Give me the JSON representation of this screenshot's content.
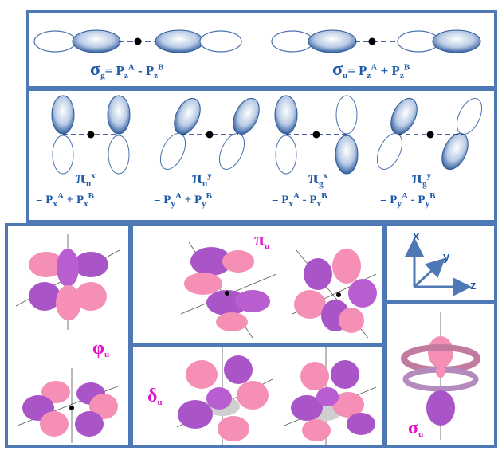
{
  "sigma_panel": {
    "sigma_g": {
      "symbol": "σ",
      "sub": "g",
      "eq": "= P",
      "t1_sub": "z",
      "t1_sup": "A",
      "op": " - P",
      "t2_sub": "z",
      "t2_sup": "B"
    },
    "sigma_u": {
      "symbol": "σ",
      "sub": "u",
      "eq": "= P",
      "t1_sub": "z",
      "t1_sup": "A",
      "op": " + P",
      "t2_sub": "z",
      "t2_sup": "B"
    }
  },
  "pi_panel": {
    "items": [
      {
        "symbol": "π",
        "sub": "u",
        "sup": "x",
        "eq": "= P",
        "t1_sub": "x",
        "t1_sup": "A",
        "op": " + P",
        "t2_sub": "x",
        "t2_sup": "B"
      },
      {
        "symbol": "π",
        "sub": "u",
        "sup": "y",
        "eq": "= P",
        "t1_sub": "y",
        "t1_sup": "A",
        "op": " + P",
        "t2_sub": "y",
        "t2_sup": "B"
      },
      {
        "symbol": "π",
        "sub": "g",
        "sup": "x",
        "eq": "= P",
        "t1_sub": "x",
        "t1_sup": "A",
        "op": " - P",
        "t2_sub": "x",
        "t2_sup": "B"
      },
      {
        "symbol": "π",
        "sub": "g",
        "sup": "y",
        "eq": "= P",
        "t1_sub": "y",
        "t1_sup": "A",
        "op": " - P",
        "t2_sub": "y",
        "t2_sup": "B"
      }
    ]
  },
  "labels_3d": {
    "phi_u": {
      "symbol": "φ",
      "sub": "u"
    },
    "pi_u": {
      "symbol": "π",
      "sub": "u"
    },
    "delta_u": {
      "symbol": "δ",
      "sub": "u"
    },
    "sigma_u": {
      "symbol": "σ",
      "sub": "u"
    }
  },
  "axes": {
    "x": "x",
    "y": "y",
    "z": "z"
  },
  "colors": {
    "border": "#4f79b5",
    "label_blue": "#1f5aa8",
    "label_magenta": "#e016c9",
    "pink": "#f58fb6",
    "purple": "#a955c8"
  }
}
